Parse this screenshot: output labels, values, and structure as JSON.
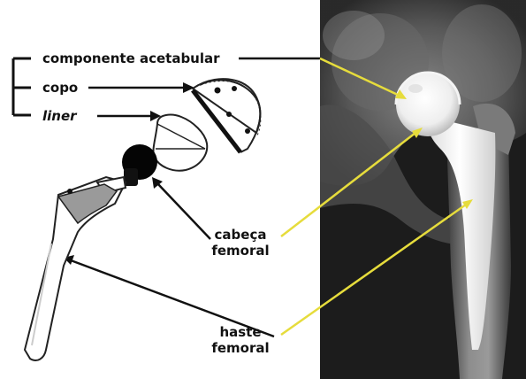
{
  "labels": {
    "acetabular_component": "componente acetabular",
    "cup": "copo",
    "liner": "liner",
    "femoral_head_line1": "cabeça",
    "femoral_head_line2": "femoral",
    "femoral_stem_line1": "haste",
    "femoral_stem_line2": "femoral"
  },
  "colors": {
    "text": "#111111",
    "pointer_line": "#111111",
    "xray_pointer": "#e6dc3c",
    "xray_background": "#1c1c1c",
    "implant_outline": "#222222",
    "femoral_head_fill": "#050505"
  },
  "icons": {
    "xray": "hip-xray-image",
    "implant": "hip-prosthesis-illustration"
  }
}
